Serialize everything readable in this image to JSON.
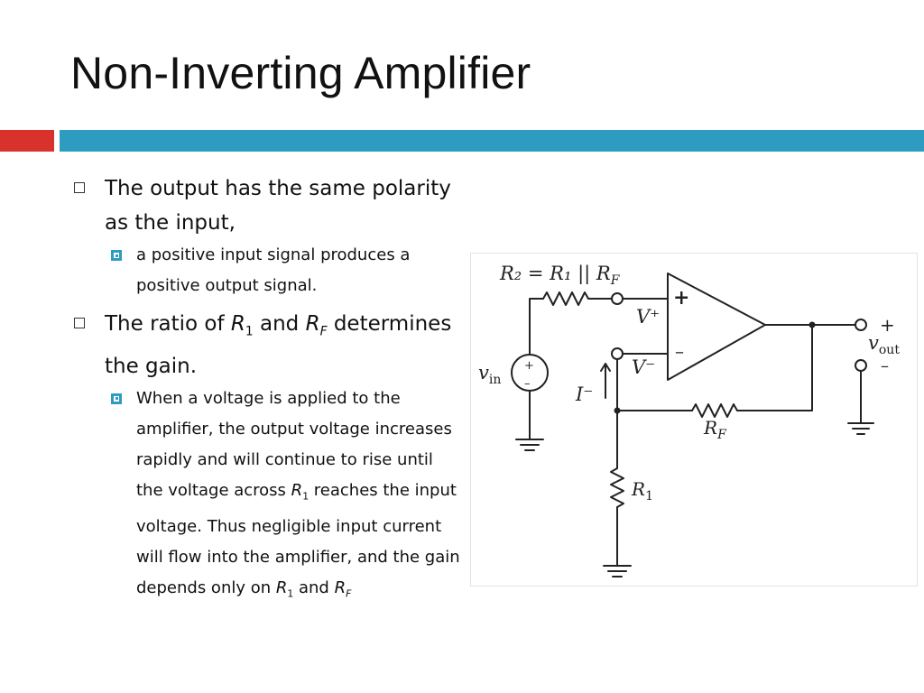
{
  "slide": {
    "title": "Non-Inverting Amplifier",
    "bullets": [
      {
        "text_before": "The output has the same polarity as the input,",
        "subbullets": [
          {
            "text": "a positive input signal produces a positive output signal."
          }
        ]
      },
      {
        "text_before": "The ratio of ",
        "r1_main": "R",
        "r1_sub": "1",
        "text_and": " and ",
        "rf_main": "R",
        "rf_sub": "F",
        "text_after": " determines the gain.",
        "subbullets": [
          {
            "text_before": "When a voltage is applied to the amplifier, the output voltage increases rapidly and will continue to rise until the voltage across ",
            "r1_main": "R",
            "r1_sub": "1",
            "text_mid": " reaches the input voltage. Thus negligible input current will flow into the amplifier, and the gain depends only on ",
            "r1b_main": "R",
            "r1b_sub": "1",
            "text_and": " and ",
            "rf_main": "R",
            "rf_sub": "F"
          }
        ]
      }
    ]
  },
  "circuit": {
    "r2_label": "R₂ = R₁ || R",
    "r2_sub": "F",
    "vplus_label": "V⁺",
    "vminus_label": "V⁻",
    "plus_sign": "+",
    "minus_sign": "–",
    "vin_label": "v",
    "vin_sub": "in",
    "source_plus": "+",
    "source_minus": "–",
    "iminus_label": "I⁻",
    "rf_label": "R",
    "rf_sub": "F",
    "r1_label": "R",
    "r1_sub": "1",
    "vout_label": "v",
    "vout_sub": "out",
    "out_plus": "+",
    "out_minus": "–"
  },
  "colors": {
    "accent_red": "#d9322d",
    "accent_blue": "#2e9cc0"
  }
}
